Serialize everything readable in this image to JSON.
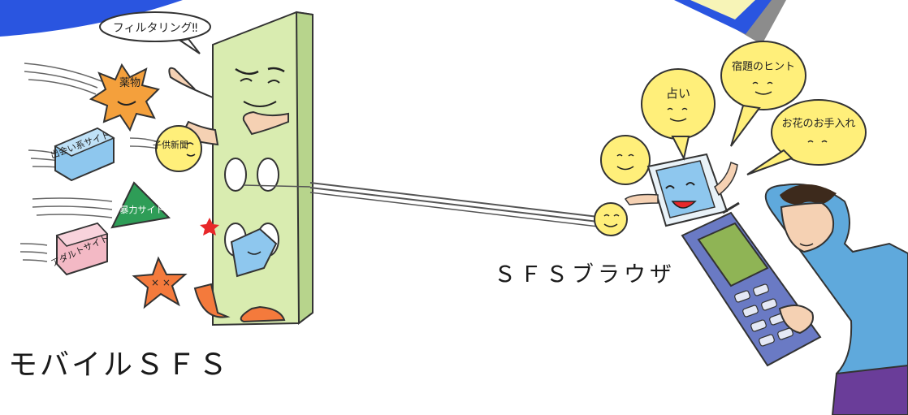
{
  "labels": {
    "mobile_sfs": "モバイルＳＦＳ",
    "sfs_browser": "ＳＦＳブラウザ"
  },
  "filter_bubble": "フィルタリング‼",
  "blocked_items": [
    {
      "text": "薬物",
      "shape": "star-burst"
    },
    {
      "text": "出会い系サイト",
      "shape": "box"
    },
    {
      "text": "子供新聞",
      "shape": "circle"
    },
    {
      "text": "暴力サイト",
      "shape": "triangle"
    },
    {
      "text": "アダルトサイト",
      "shape": "box"
    },
    {
      "text": "",
      "shape": "star"
    }
  ],
  "safe_bubbles": [
    "占い",
    "宿題のヒント",
    "お花のお手入れ"
  ],
  "colors": {
    "wall": "#d9ecb0",
    "bubble": "#ffef7a",
    "blue_box": "#8ec7ee",
    "orange": "#f47a3c",
    "green": "#2e9d57",
    "pink": "#f3b9c5",
    "phone": "#6a7ac4",
    "screen": "#8fb455",
    "shirt": "#5fa9dc",
    "banner_blue": "#2a55e0"
  }
}
